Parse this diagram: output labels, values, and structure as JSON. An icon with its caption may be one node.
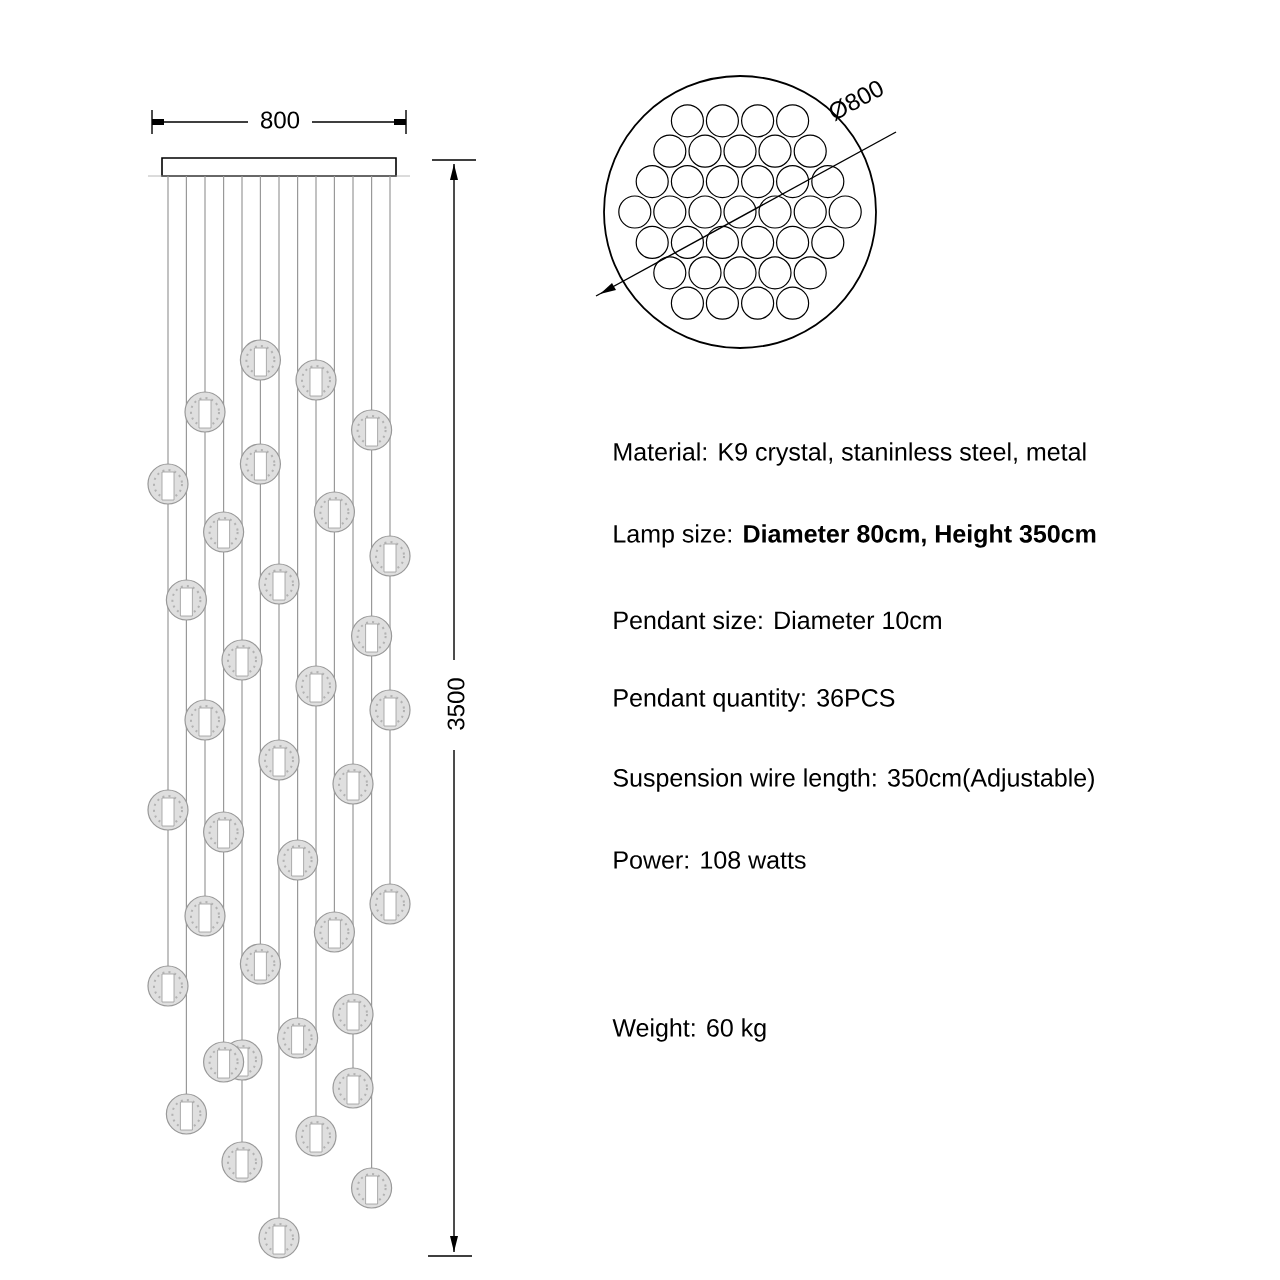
{
  "diagram": {
    "labels": [
      "800",
      "Ø800",
      "3500",
      "Material: K9 crystal, staninless steel, metal",
      "Lamp size: **Diameter 80cm, Height 350cm**",
      "Pendant size: Diameter 10cm",
      "Pendant quantity: 36PCS",
      "Suspension wire length: 350cm(Adjustable)",
      "Power: 108 watts",
      "Weight: 60 kg"
    ]
  }
}
